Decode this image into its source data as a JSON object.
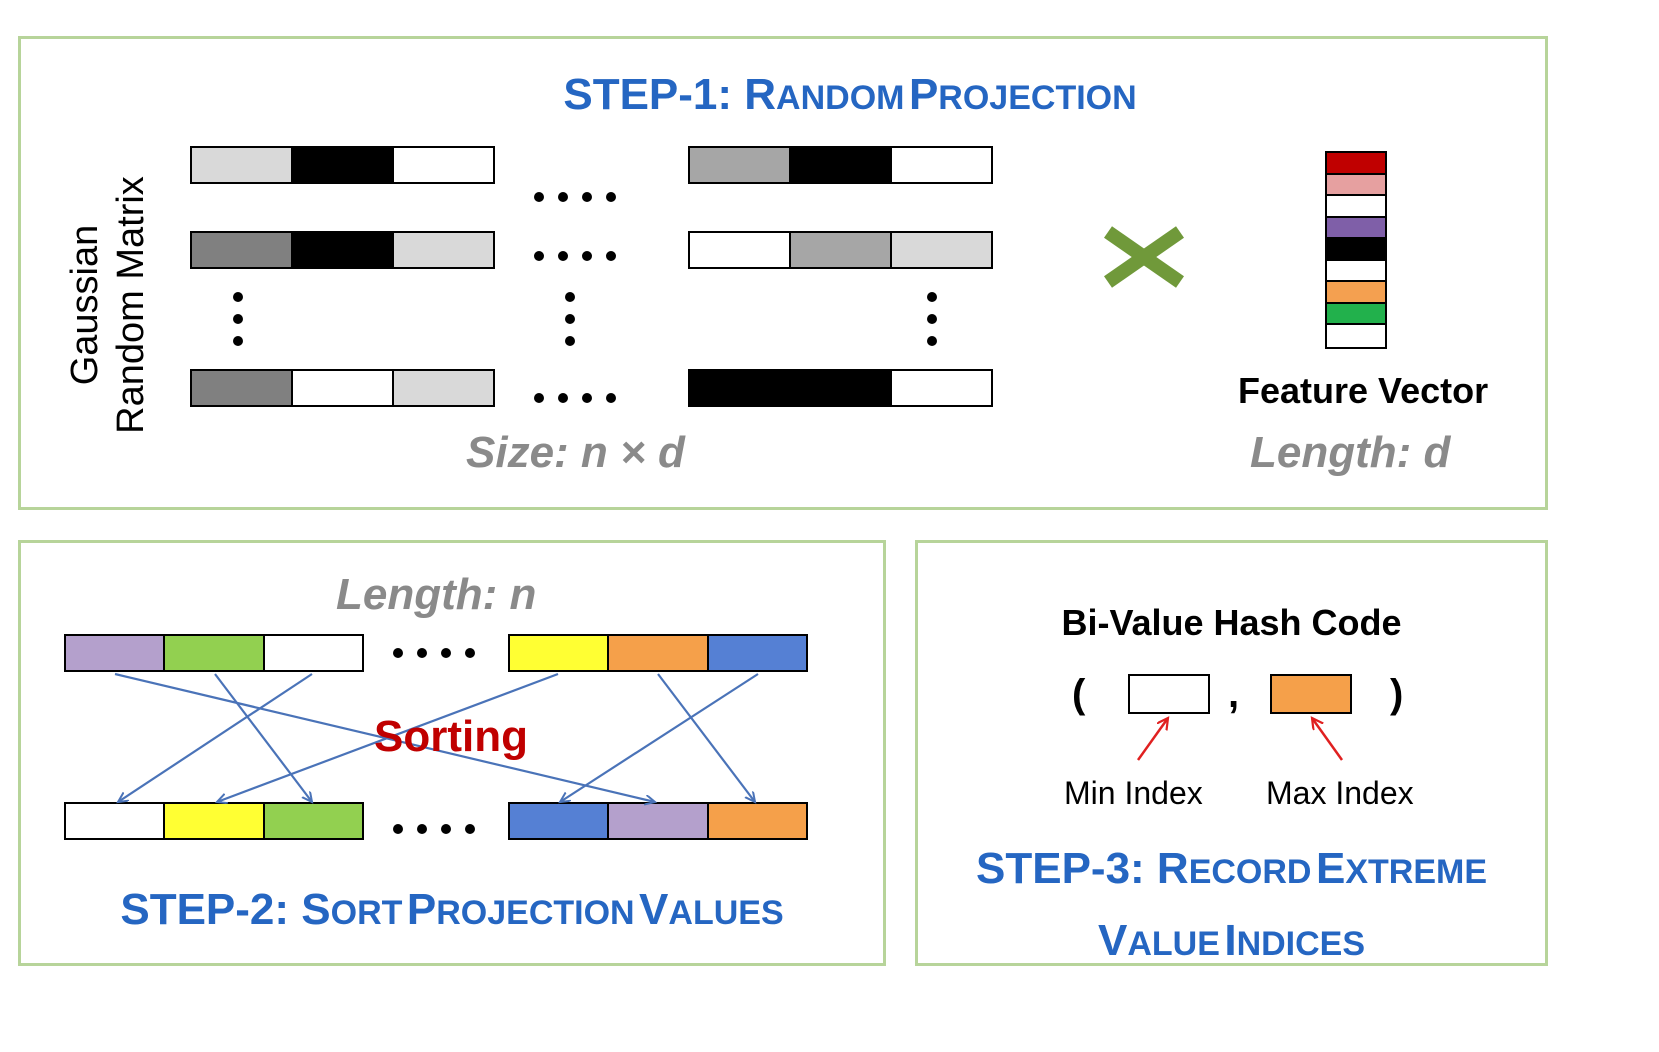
{
  "step1": {
    "title_prefix": "STEP-1: ",
    "title_words": [
      {
        "first": "R",
        "rest": "ANDOM"
      },
      {
        "first": "P",
        "rest": "ROJECTION"
      }
    ],
    "matrix_label_line1": "Gaussian",
    "matrix_label_line2": "Random Matrix",
    "matrix_rows": [
      {
        "left": [
          "#d9d9d9",
          "#000000",
          "#ffffff"
        ],
        "right": [
          "#a6a6a6",
          "#000000",
          "#ffffff"
        ]
      },
      {
        "left": [
          "#808080",
          "#000000",
          "#d9d9d9"
        ],
        "right": [
          "#ffffff",
          "#a6a6a6",
          "#d9d9d9"
        ]
      },
      {
        "left": [
          "#808080",
          "#ffffff",
          "#d9d9d9"
        ],
        "right": [
          "#000000",
          "#000000",
          "#ffffff"
        ]
      }
    ],
    "size_label": "Size: n  ×  d",
    "multiply_symbol": "×",
    "feature_vector_colors": [
      "#c00000",
      "#e6a0a0",
      "#ffffff",
      "#7f5fa8",
      "#000000",
      "#ffffff",
      "#f4a050",
      "#22b14c",
      "#ffffff"
    ],
    "feature_label": "Feature Vector",
    "length_label": "Length: d"
  },
  "step2": {
    "length_label": "Length:  n",
    "top_left": [
      "#b4a0cc",
      "#92d050",
      "#ffffff"
    ],
    "top_right": [
      "#ffff33",
      "#f5a04a",
      "#5580d4"
    ],
    "bottom_left": [
      "#ffffff",
      "#ffff33",
      "#92d050"
    ],
    "bottom_right": [
      "#5580d4",
      "#b4a0cc",
      "#f5a04a"
    ],
    "sorting_label": "Sorting",
    "title_prefix": "STEP-2: ",
    "title_words": [
      {
        "first": "S",
        "rest": "ORT"
      },
      {
        "first": "P",
        "rest": "ROJECTION"
      },
      {
        "first": "V",
        "rest": "ALUES"
      }
    ]
  },
  "step3": {
    "hash_label": "Bi-Value Hash Code",
    "open_paren": "(",
    "comma": ",",
    "close_paren": ")",
    "min_box_color": "#ffffff",
    "max_box_color": "#f5a04a",
    "min_label": "Min Index",
    "max_label": "Max Index",
    "title_line1_prefix": "STEP-3: ",
    "title_line1_words": [
      {
        "first": "R",
        "rest": "ECORD"
      },
      {
        "first": "E",
        "rest": "XTREME"
      }
    ],
    "title_line2_words": [
      {
        "first": "V",
        "rest": "ALUE"
      },
      {
        "first": "I",
        "rest": "NDICES"
      }
    ]
  },
  "colors": {
    "panel_border": "#b7d49a",
    "title_blue": "#2566c2",
    "arrow_blue": "#4a73b8",
    "sorting_red": "#c00000",
    "pointer_red": "#e02020",
    "multiply_green": "#70993a"
  }
}
